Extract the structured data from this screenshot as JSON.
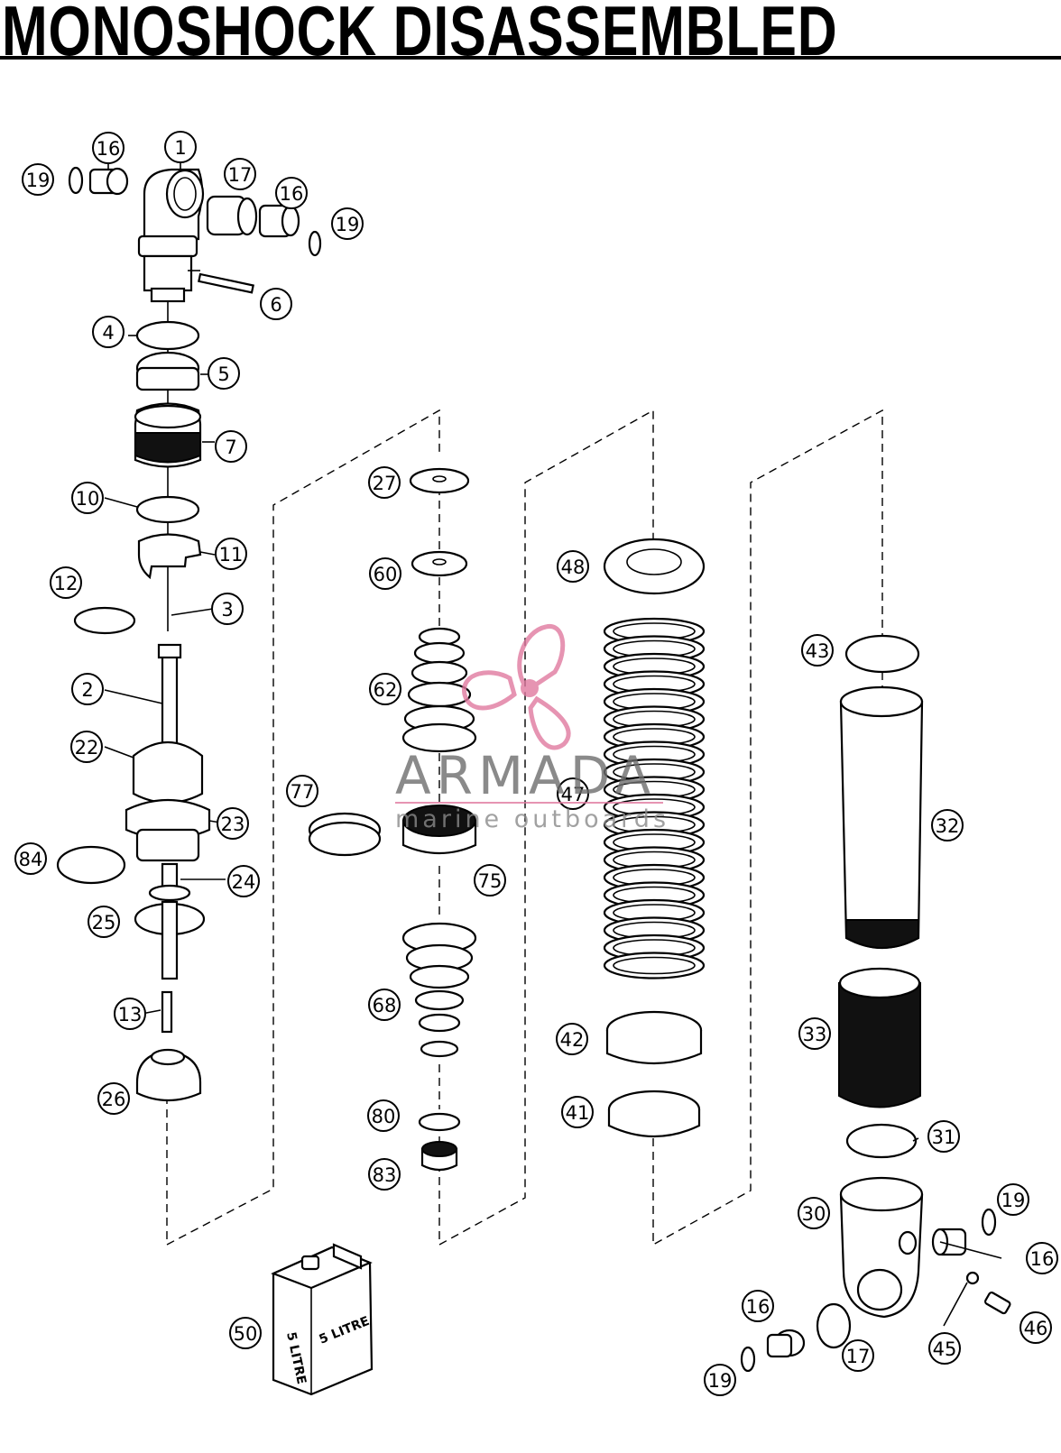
{
  "title": "MONOSHOCK DISASSEMBLED",
  "watermark": {
    "brand": "ARMADA",
    "tagline": "marine outboards",
    "color": "#e07aa0"
  },
  "can_label": "5 LITRE",
  "callouts": [
    "16",
    "1",
    "19",
    "17",
    "16",
    "19",
    "6",
    "4",
    "5",
    "7",
    "10",
    "11",
    "12",
    "3",
    "2",
    "22",
    "23",
    "84",
    "24",
    "25",
    "13",
    "26",
    "27",
    "60",
    "62",
    "77",
    "75",
    "68",
    "80",
    "83",
    "48",
    "47",
    "42",
    "41",
    "43",
    "32",
    "33",
    "31",
    "30",
    "19",
    "16",
    "46",
    "45",
    "16",
    "17",
    "19",
    "50"
  ]
}
